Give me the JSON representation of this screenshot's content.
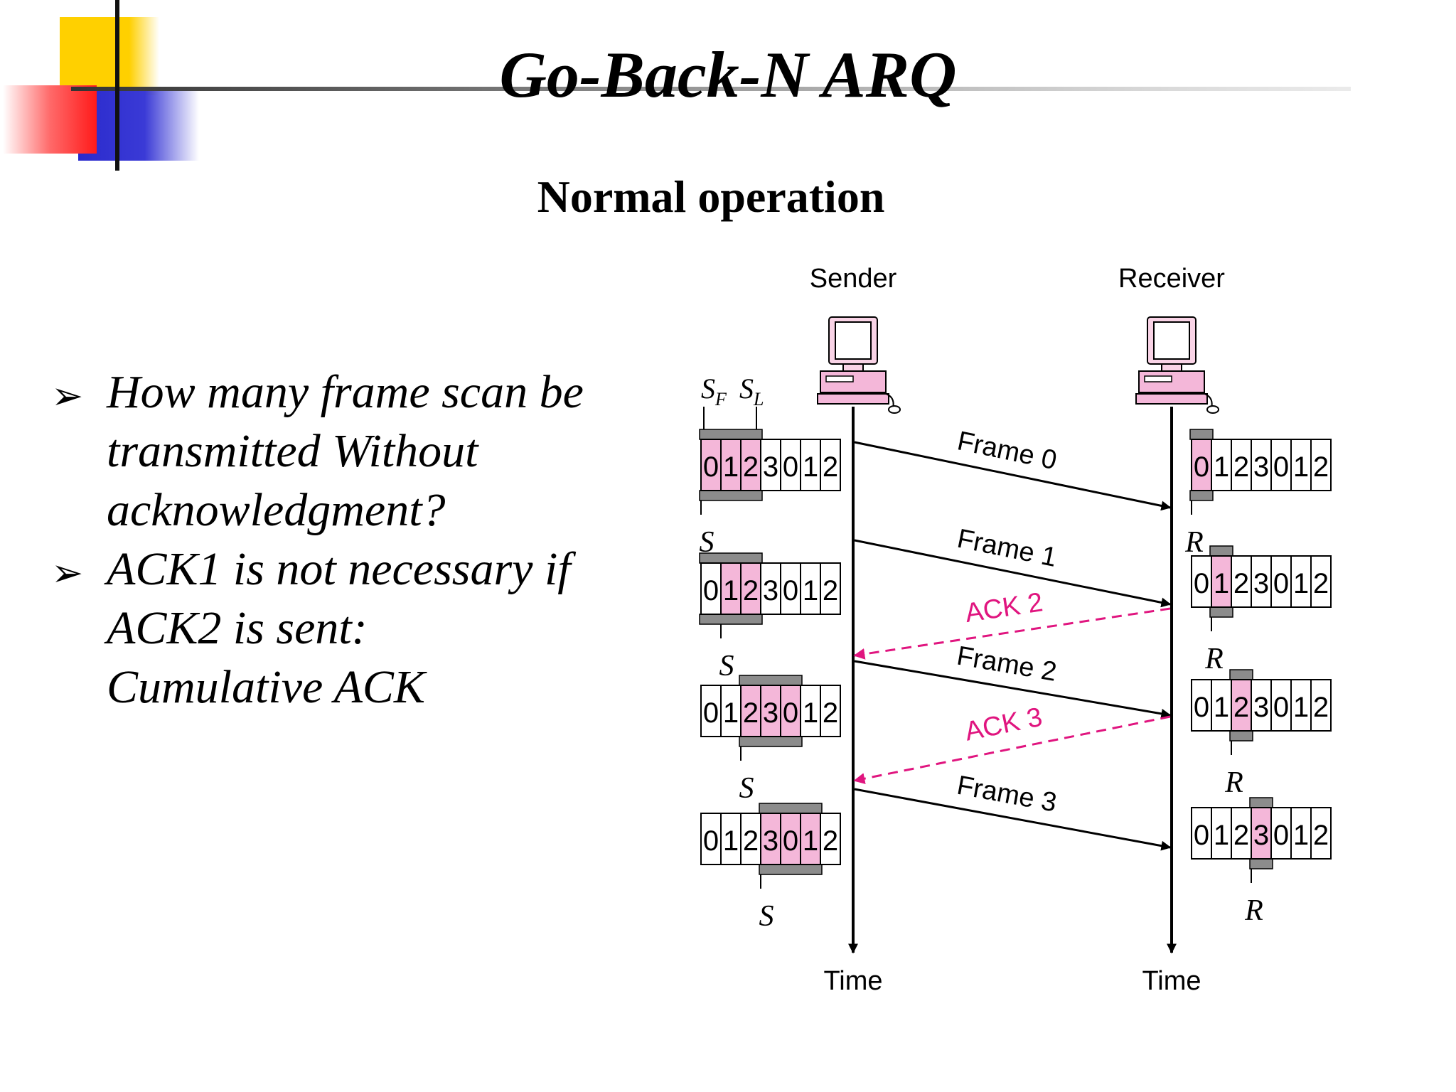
{
  "slide": {
    "title": "Go-Back-N ARQ",
    "subtitle": "Normal operation"
  },
  "bullets": [
    {
      "text": "How many frame scan be transmitted Without acknowledgment?"
    },
    {
      "text": "ACK1 is not necessary if ACK2 is sent: Cumulative ACK"
    }
  ],
  "bullet_glyph": "➢",
  "colors": {
    "highlight_pink": "#f4b7d9",
    "bar_gray": "#8c8c8c",
    "ack_magenta": "#e0157f",
    "deco_yellow": "#ffd11a",
    "deco_red": "#ff2a2a",
    "deco_blue": "#3333cc"
  },
  "diagram": {
    "sender_label": "Sender",
    "receiver_label": "Receiver",
    "time_label_left": "Time",
    "time_label_right": "Time",
    "sf_label": "S",
    "sf_sub": "F",
    "sl_label": "S",
    "sl_sub": "L",
    "sequence": [
      "0",
      "1",
      "2",
      "3",
      "0",
      "1",
      "2"
    ],
    "sender_windows": [
      {
        "window_start": 0,
        "window_size": 3,
        "pointer_label": "S",
        "pointer_index": 0
      },
      {
        "window_start": 0,
        "window_size": 3,
        "pointer_label": "S",
        "pointer_index": 1
      },
      {
        "window_start": 2,
        "window_size": 3,
        "pointer_label": "S",
        "pointer_index": 2
      },
      {
        "window_start": 3,
        "window_size": 3,
        "pointer_label": "S",
        "pointer_index": 3
      }
    ],
    "receiver_windows": [
      {
        "window_index": 0,
        "pointer_label": "R"
      },
      {
        "window_index": 1,
        "pointer_label": "R"
      },
      {
        "window_index": 2,
        "pointer_label": "R"
      },
      {
        "window_index": 3,
        "pointer_label": "R"
      }
    ],
    "messages": [
      {
        "label": "Frame 0",
        "direction": "to-receiver",
        "dashed": false
      },
      {
        "label": "Frame 1",
        "direction": "to-receiver",
        "dashed": false
      },
      {
        "label": "ACK 2",
        "direction": "to-sender",
        "dashed": true
      },
      {
        "label": "Frame 2",
        "direction": "to-receiver",
        "dashed": false
      },
      {
        "label": "ACK 3",
        "direction": "to-sender",
        "dashed": true
      },
      {
        "label": "Frame 3",
        "direction": "to-receiver",
        "dashed": false
      }
    ]
  }
}
